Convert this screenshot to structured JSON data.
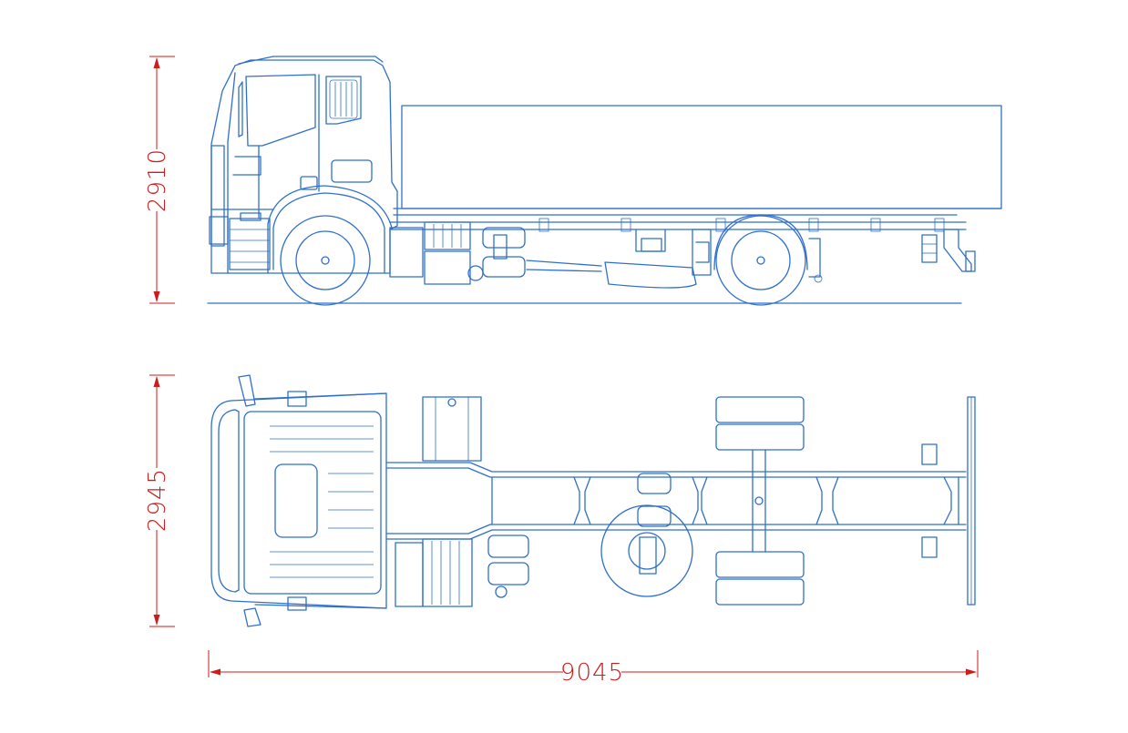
{
  "dimensions": {
    "side_height": "2910",
    "top_width": "2945",
    "overall_length": "9045"
  },
  "colors": {
    "line": "#2f6fcb",
    "dimension": "#d11a1a",
    "background": "#ffffff"
  }
}
